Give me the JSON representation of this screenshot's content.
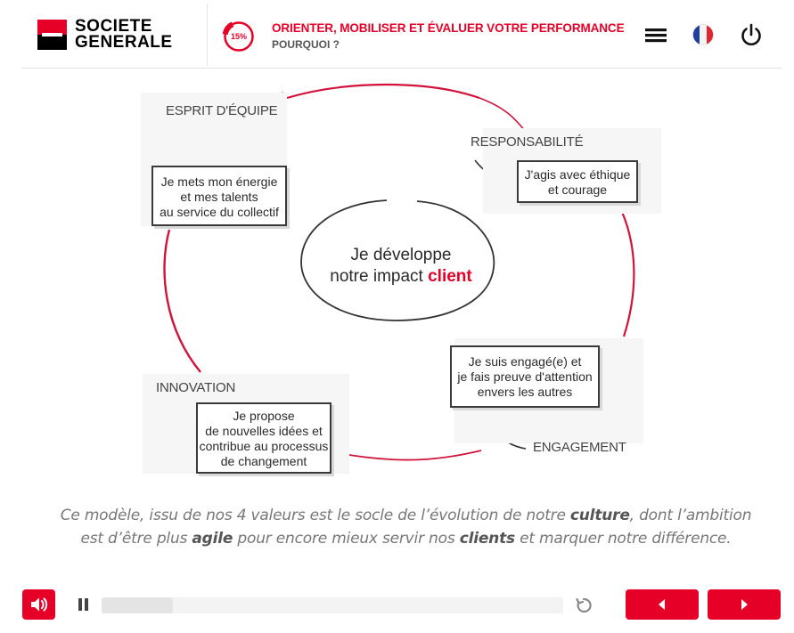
{
  "header": {
    "brand_line1": "SOCIETE",
    "brand_line2": "GENERALE",
    "progress_value": 0.15,
    "progress_label": "15%",
    "title": "ORIENTER, MOBILISER ET ÉVALUER VOTRE PERFORMANCE",
    "subtitle": "POURQUOI ?",
    "menu_icon": "hamburger-menu-icon",
    "language_icon": "french-flag-icon",
    "power_icon": "power-icon"
  },
  "diagram": {
    "center": {
      "line1": "Je développe",
      "line2_prefix": "notre impact ",
      "line2_highlight": "client"
    },
    "values": [
      {
        "label": "ESPRIT D'ÉQUIPE",
        "text": [
          "Je mets mon énergie",
          "et mes talents",
          "au service du collectif"
        ]
      },
      {
        "label": "RESPONSABILITÉ",
        "text": [
          "J'agis avec éthique",
          "et courage"
        ]
      },
      {
        "label": "ENGAGEMENT",
        "text": [
          "Je suis engagé(e) et",
          "je fais preuve d'attention",
          "envers les autres"
        ]
      },
      {
        "label": "INNOVATION",
        "text": [
          "Je propose",
          "de nouvelles idées et",
          "contribue au processus",
          "de changement"
        ]
      }
    ]
  },
  "caption": {
    "p1": "Ce modèle, issu de nos 4 valeurs est le socle de l’évolution de notre ",
    "b1": "culture",
    "p2": ", dont l’ambition est d’être plus ",
    "b2": "agile",
    "p3": " pour encore mieux servir nos ",
    "b3": "clients",
    "p4": " et marquer notre différence."
  },
  "player": {
    "sound_icon": "speaker-icon",
    "pause_icon": "pause-icon",
    "progress_fraction": 0.155,
    "replay_icon": "replay-icon",
    "prev_icon": "caret-left-icon",
    "next_icon": "caret-right-icon"
  },
  "colors": {
    "brand_red": "#e60028",
    "black": "#000000",
    "caption_gray": "#777777"
  }
}
